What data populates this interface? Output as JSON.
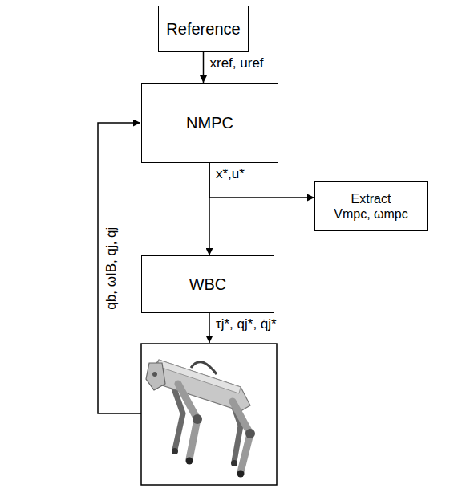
{
  "diagram": {
    "nodes": [
      {
        "text": [
          "Reference"
        ]
      },
      {
        "text": [
          "NMPC"
        ]
      },
      {
        "text": [
          "Extract",
          "Vmpc, ωmpc"
        ]
      },
      {
        "text": [
          "WBC"
        ]
      }
    ],
    "edges": [
      {
        "from": 0,
        "to": 1,
        "arrow": "to",
        "label": "xref, uref"
      },
      {
        "from": 1,
        "to": 3,
        "arrow": "to",
        "label": "x*,u*"
      },
      {
        "from": 1,
        "to": 2,
        "arrow": "to"
      }
    ],
    "labels": [
      "τj*, qj*, q̇j*",
      "qb, ωIB, qj, q̇j"
    ]
  }
}
